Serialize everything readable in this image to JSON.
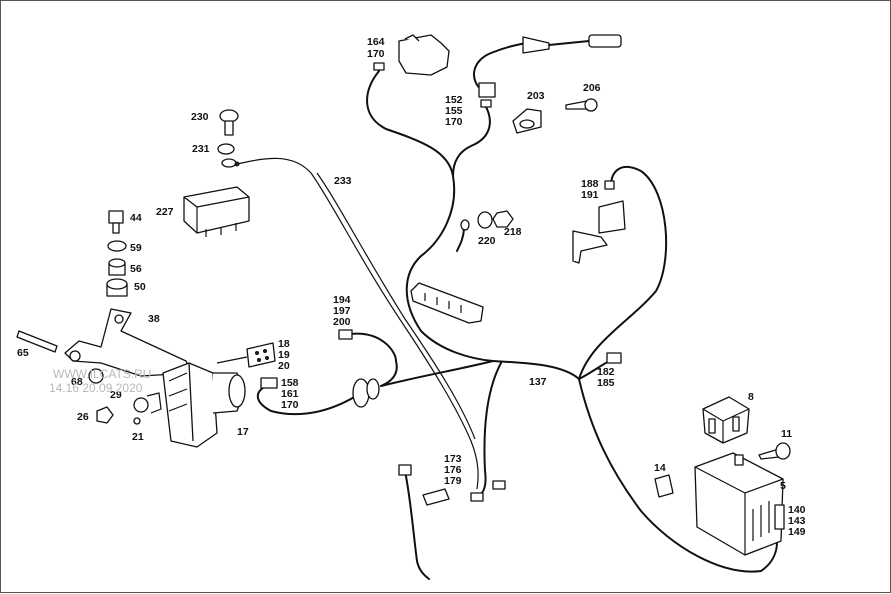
{
  "watermark": {
    "line1": "WWW.ILCATS.RU",
    "line2": "14.16 20.09.2020"
  },
  "callouts": [
    {
      "id": "c164",
      "lines": [
        "164",
        "170"
      ]
    },
    {
      "id": "c152",
      "lines": [
        "152",
        "155",
        "170"
      ]
    },
    {
      "id": "c203",
      "lines": [
        "203"
      ]
    },
    {
      "id": "c206",
      "lines": [
        "206"
      ]
    },
    {
      "id": "c230",
      "lines": [
        "230"
      ]
    },
    {
      "id": "c231",
      "lines": [
        "231"
      ]
    },
    {
      "id": "c233",
      "lines": [
        "233"
      ]
    },
    {
      "id": "c227",
      "lines": [
        "227"
      ]
    },
    {
      "id": "c44",
      "lines": [
        "44"
      ]
    },
    {
      "id": "c59",
      "lines": [
        "59"
      ]
    },
    {
      "id": "c56",
      "lines": [
        "56"
      ]
    },
    {
      "id": "c50",
      "lines": [
        "50"
      ]
    },
    {
      "id": "c220",
      "lines": [
        "220"
      ]
    },
    {
      "id": "c218",
      "lines": [
        "218"
      ]
    },
    {
      "id": "c188",
      "lines": [
        "188",
        "191"
      ]
    },
    {
      "id": "c194",
      "lines": [
        "194",
        "197",
        "200"
      ]
    },
    {
      "id": "c38",
      "lines": [
        "38"
      ]
    },
    {
      "id": "c65",
      "lines": [
        "65"
      ]
    },
    {
      "id": "c18",
      "lines": [
        "18",
        "19",
        "20"
      ]
    },
    {
      "id": "c158",
      "lines": [
        "158",
        "161",
        "170"
      ]
    },
    {
      "id": "c137",
      "lines": [
        "137"
      ]
    },
    {
      "id": "c182",
      "lines": [
        "182",
        "185"
      ]
    },
    {
      "id": "c8",
      "lines": [
        "8"
      ]
    },
    {
      "id": "c11",
      "lines": [
        "11"
      ]
    },
    {
      "id": "c68",
      "lines": [
        "68"
      ]
    },
    {
      "id": "c29",
      "lines": [
        "29"
      ]
    },
    {
      "id": "c26",
      "lines": [
        "26"
      ]
    },
    {
      "id": "c21",
      "lines": [
        "21"
      ]
    },
    {
      "id": "c17",
      "lines": [
        "17"
      ]
    },
    {
      "id": "c173",
      "lines": [
        "173",
        "176",
        "179"
      ]
    },
    {
      "id": "c14",
      "lines": [
        "14"
      ]
    },
    {
      "id": "c5",
      "lines": [
        "5"
      ]
    },
    {
      "id": "c140",
      "lines": [
        "140",
        "143",
        "149"
      ]
    }
  ]
}
